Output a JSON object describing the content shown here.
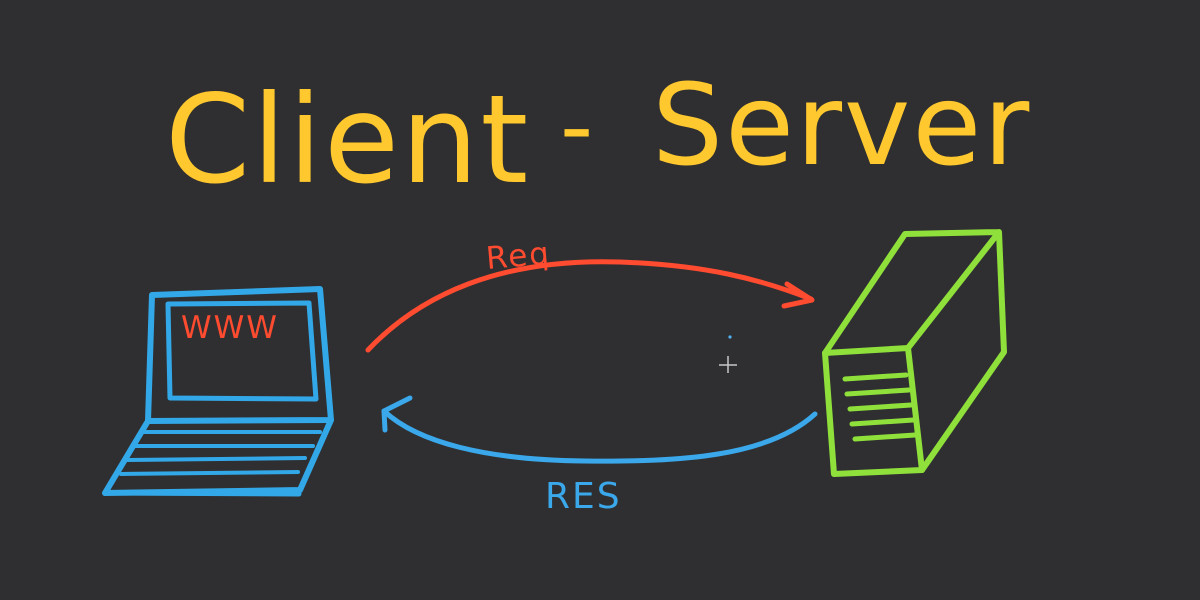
{
  "diagram": {
    "title_left": "Client",
    "title_dash": "-",
    "title_right": "Server",
    "screen_text": "WWW",
    "request_label": "Req",
    "response_label": "RES"
  },
  "colors": {
    "background": "#2f2f31",
    "title": "#ffc82e",
    "client": "#33a8e8",
    "request": "#ff4b2f",
    "response": "#3aa8ea",
    "server": "#8fe03b",
    "screen_text": "#ff4b2f"
  },
  "icons": {
    "client": "laptop-icon",
    "server": "server-tower-icon"
  }
}
